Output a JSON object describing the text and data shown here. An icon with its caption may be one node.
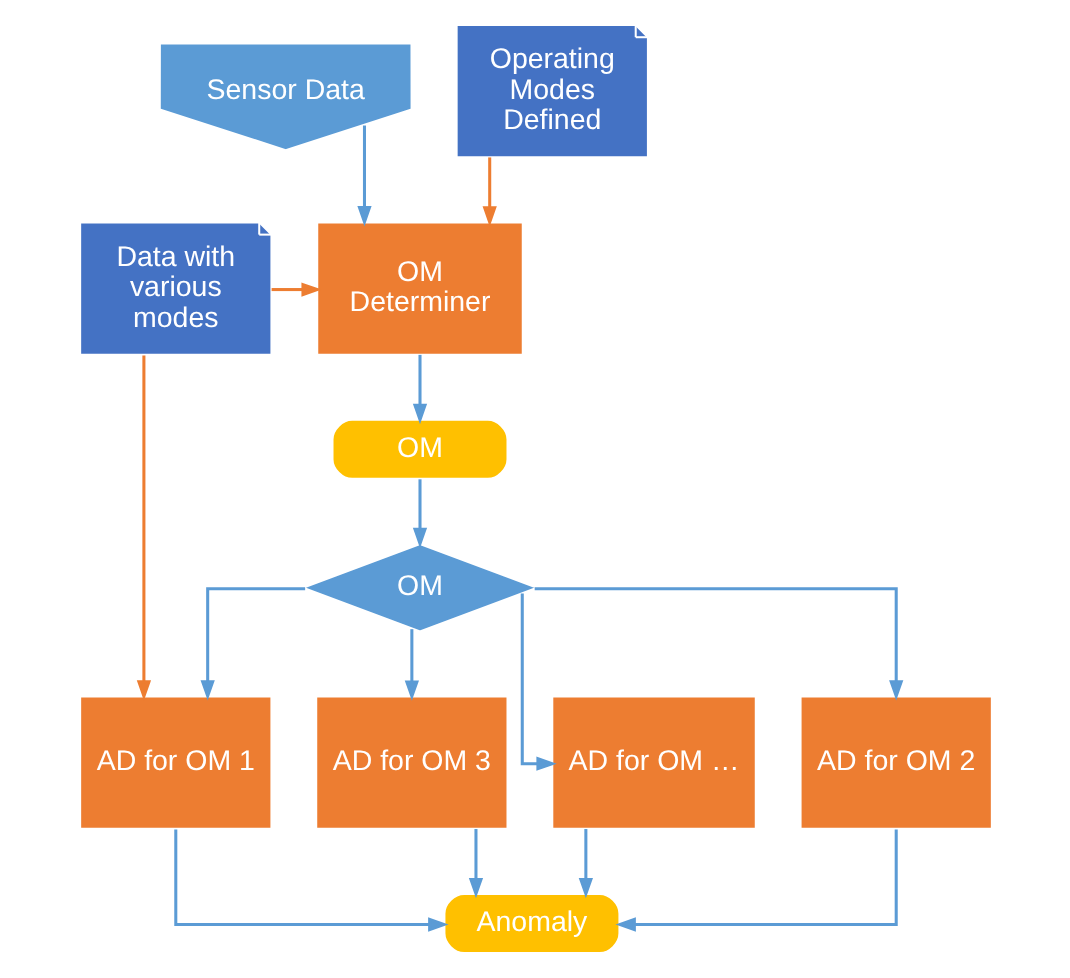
{
  "diagram": {
    "nodes": [
      {
        "text": [
          "Sensor Data"
        ]
      },
      {
        "text": [
          "Operating Modes Defined"
        ]
      },
      {
        "text": [
          "OM Determiner"
        ]
      },
      {
        "text": [
          "Data with various modes"
        ]
      },
      {
        "text": [
          "OM"
        ]
      },
      {
        "text": [
          "OM"
        ]
      },
      {
        "text": [
          "AD for OM 1"
        ]
      },
      {
        "text": [
          "AD for OM 2"
        ]
      },
      {
        "text": [
          "AD for OM 3"
        ]
      },
      {
        "text": [
          "AD for OM …"
        ]
      },
      {
        "text": [
          "Anomaly"
        ]
      }
    ],
    "edges": [
      {
        "from": 0,
        "to": 2,
        "arrow": "to"
      },
      {
        "from": 1,
        "to": 2,
        "arrow": "to",
        "color": "#ed7d31"
      },
      {
        "from": 3,
        "to": 2,
        "arrow": "to",
        "color": "#ed7d31"
      },
      {
        "from": 3,
        "to": 6,
        "arrow": "to",
        "color": "#ed7d31"
      },
      {
        "from": 2,
        "to": 4,
        "arrow": "to"
      },
      {
        "from": 4,
        "to": 5,
        "arrow": "to"
      },
      {
        "from": 5,
        "to": 6,
        "arrow": "to"
      },
      {
        "from": 5,
        "to": 7,
        "arrow": "to"
      },
      {
        "from": 5,
        "to": 8,
        "arrow": "to"
      },
      {
        "from": 5,
        "to": 9,
        "arrow": "to"
      },
      {
        "from": 6,
        "to": 10,
        "arrow": "to"
      },
      {
        "from": 7,
        "to": 10,
        "arrow": "to"
      },
      {
        "from": 8,
        "to": 10,
        "arrow": "to"
      },
      {
        "from": 9,
        "to": 10,
        "arrow": "to"
      }
    ]
  }
}
